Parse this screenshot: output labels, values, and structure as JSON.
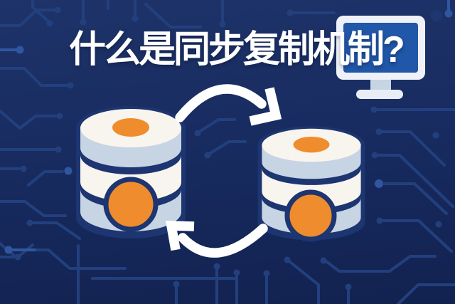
{
  "title": {
    "text": "什么是同步复制机制?"
  },
  "scene": {
    "description": "cover illustration: two database stacks exchanging data in a sync loop",
    "monitor_icon": "computer-monitor",
    "left_database_icon": "database-stack",
    "right_database_icon": "database-stack",
    "arrows_icon": "sync-cycle-arrows",
    "background_pattern": "circuit-board-traces"
  },
  "colors": {
    "bg_top": "#1e3369",
    "bg_mid": "#182c61",
    "bg_bottom": "#122250",
    "trace": "#23407e",
    "trace_bright": "#3056a0",
    "cream": "#f8f5ee",
    "steel": "#c7d4e4",
    "navy": "#1d3570",
    "orange": "#ef8c2d",
    "screen_blue": "#2057a8",
    "monitor_frame": "#eef2f8",
    "monitor_base": "#e9eef6",
    "monitor_neck": "#c7d4e2",
    "title_color": "#ffffff"
  }
}
